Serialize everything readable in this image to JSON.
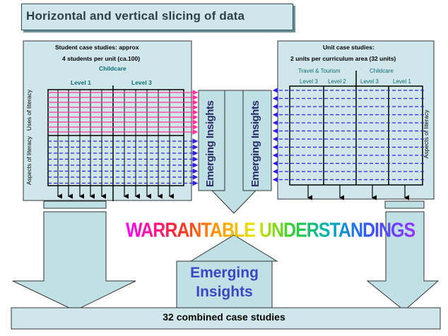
{
  "title": "Horizontal and vertical slicing of data",
  "left_panel": {
    "heading_line1": "Student case studies: approx",
    "heading_line2": "4 students per unit (ca.100)",
    "area": "Childcare",
    "level_a": "Level 1",
    "level_b": "Level 3",
    "side_upper": "Uses of literacy",
    "side_lower": "Aspects of literacy"
  },
  "right_panel": {
    "heading_line1": "Unit case studies:",
    "heading_line2": "2 units per curriculum area (32 units)",
    "area_a": "Travel & Tourism",
    "area_b": "Childcare",
    "levels": [
      "Level 3",
      "Level 2",
      "Level 3",
      "Level 1"
    ],
    "side_label": "Aspects of literacy"
  },
  "emerging_left": "Emerging Insights",
  "emerging_right": "Emerging Insights",
  "emerging_center_line1": "Emerging",
  "emerging_center_line2": "Insights",
  "warrantable": "WARRANTABLE UNDERSTANDINGS",
  "bottom_bar": "32 combined case studies",
  "colors": {
    "panel_fill": "#cfe7ea",
    "arrow_fill": "#bfe0e4",
    "pink_arrows": "#ff3399",
    "blue_dashes": "#3322dd",
    "grid_lines": "#000000"
  }
}
